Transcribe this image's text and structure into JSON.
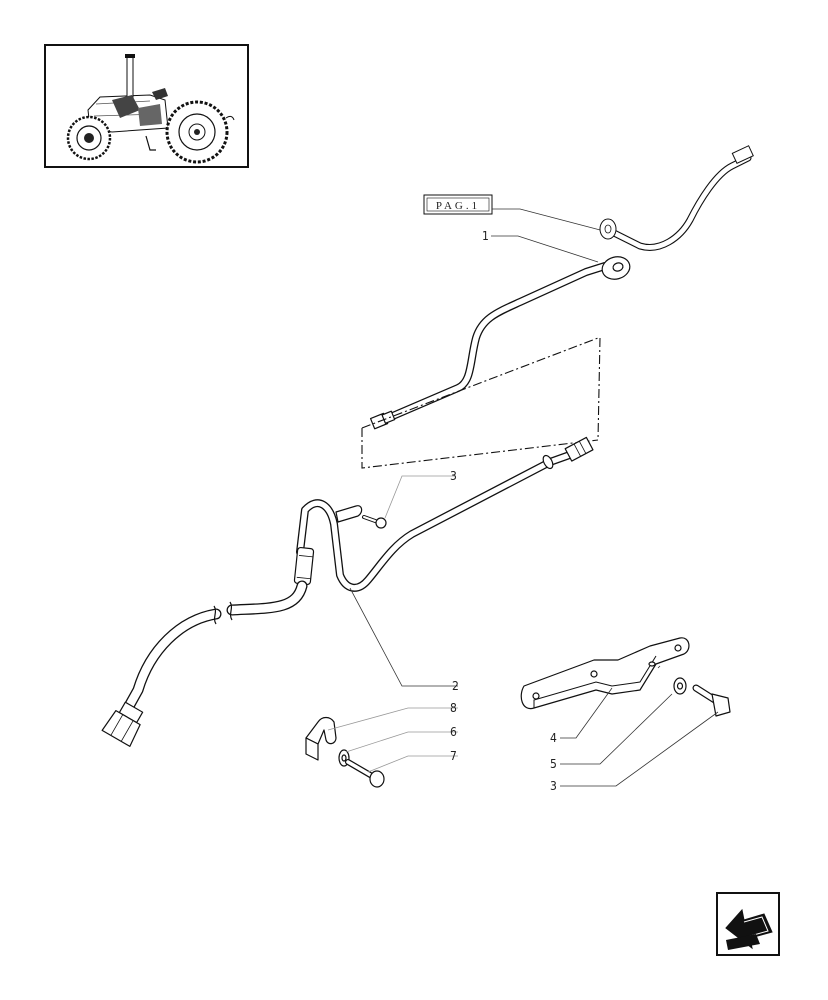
{
  "page_ref": {
    "text": "PAG.1"
  },
  "callouts": {
    "c1": "1",
    "c2": "2",
    "c3_top": "3",
    "c8": "8",
    "c6": "6",
    "c7": "7",
    "c4": "4",
    "c5": "5",
    "c3_bottom": "3"
  },
  "nav_icon": "back-arrow-icon",
  "thumbnail_icon": "tractor-icon"
}
